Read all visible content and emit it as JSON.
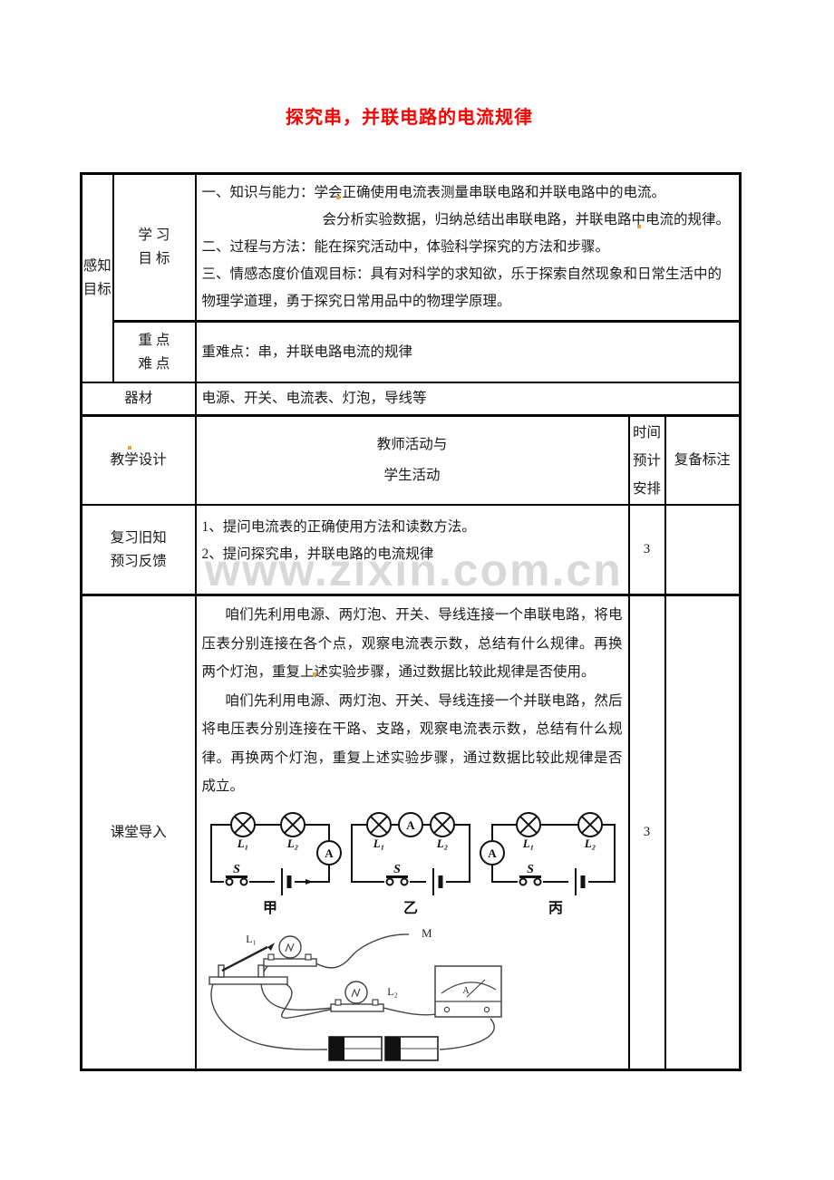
{
  "title": "探究串，并联电路的电流规律",
  "watermark": "www.zixin.com.cn",
  "colors": {
    "title": "#FE0000",
    "text": "#1a1a1a",
    "border": "#000000",
    "watermark_gray": "#d9d9d9",
    "spell_mark": "#e8a33d"
  },
  "labels": {
    "perception": [
      "感知",
      "目标"
    ],
    "study_goal": [
      "学 习",
      "目 标"
    ],
    "key_points": [
      "重 点",
      "难 点"
    ],
    "equipment": "器材",
    "teaching_design": "教学设计",
    "review": [
      "复习旧知",
      "预习反馈"
    ],
    "lesson_intro": "课堂导入",
    "activities": [
      "教师活动与",
      "学生活动"
    ],
    "time": [
      "时间",
      "预计",
      "安排"
    ],
    "remark": "复备标注"
  },
  "goals": {
    "knowledge": "一、知识与能力：学会正确使用电流表测量串联电路和并联电路中的电流。",
    "knowledge2": "会分析实验数据，归纳总结出串联电路，并联电路中电流的规律。",
    "process": "二、过程与方法：能在探究活动中，体验科学探究的方法和步骤。",
    "emotion": "三、情感态度价值观目标：具有对科学的求知欲，乐于探索自然现象和日常生活中的物理学道理，勇于探究日常用品中的物理学原理。"
  },
  "key_points_text": "重难点：串，并联电路电流的规律",
  "equipment_text": "电源、开关、电流表、灯泡，导线等",
  "review_items": [
    "1、提问电流表的正确使用方法和读数方法。",
    "2、提问探究串，并联电路的电流规律"
  ],
  "review_time": "3",
  "intro_time": "3",
  "intro_paragraphs": [
    "咱们先利用电源、两灯泡、开关、导线连接一个串联电路，将电压表分别连接在各个点，观察电流表示数，总结有什么规律。再换两个灯泡，重复上述实验步骤，通过数据比较此规律是否使用。",
    "咱们先利用电源、两灯泡、开关、导线连接一个并联电路，然后将电压表分别连接在干路、支路，观察电流表示数，总结有什么规律。再换两个灯泡，重复上述实验步骤，通过数据比较此规律是否成立。"
  ],
  "diagram": {
    "circuit_labels": [
      "甲",
      "乙",
      "丙"
    ],
    "lamp1": "L₁",
    "lamp2": "L₂",
    "switch": "S",
    "ammeter": "A",
    "wire_label": "M"
  }
}
